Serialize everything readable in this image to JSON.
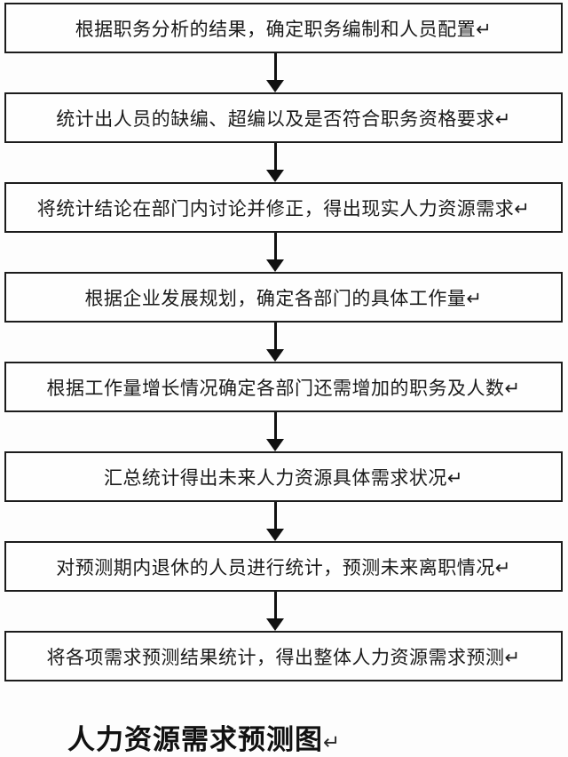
{
  "diagram": {
    "steps": [
      {
        "text": "根据职务分析的结果，确定职务编制和人员配置↵"
      },
      {
        "text": "统计出人员的缺编、超编以及是否符合职务资格要求↵"
      },
      {
        "text": "将统计结论在部门内讨论并修正，得出现实人力资源需求↵"
      },
      {
        "text": "根据企业发展规划，确定各部门的具体工作量↵"
      },
      {
        "text": "根据工作量增长情况确定各部门还需增加的职务及人数↵"
      },
      {
        "text": "汇总统计得出未来人力资源具体需求状况↵"
      },
      {
        "text": "对预测期内退休的人员进行统计，预测未来离职情况↵"
      },
      {
        "text": "将各项需求预测结果统计，得出整体人力资源需求预测↵"
      }
    ],
    "title": "人力资源需求预测图",
    "title_mark": "↵",
    "colors": {
      "border": "#1c1c1c",
      "text": "#1a1a1a",
      "arrow": "#111111",
      "background": "#fdfdfd"
    }
  }
}
